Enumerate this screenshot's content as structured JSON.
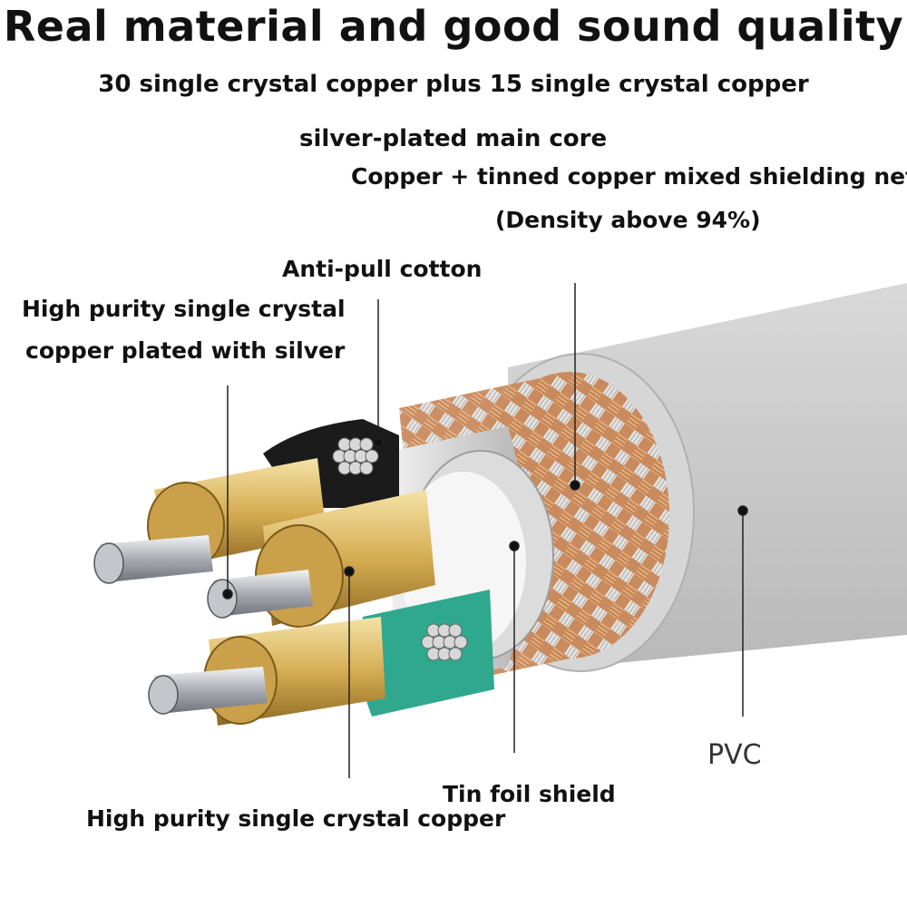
{
  "title": "Real material and good sound quality",
  "subtitle_line1": "30 single crystal copper plus 15 single crystal copper",
  "subtitle_line2": "silver-plated main core",
  "labels": {
    "shielding_net_line1": "Copper + tinned copper mixed shielding net",
    "shielding_net_line2": "(Density above 94%)",
    "anti_pull_cotton": "Anti-pull cotton",
    "silver_plated_line1": "High purity single crystal",
    "silver_plated_line2": "copper plated with silver",
    "tin_foil_shield": "Tin foil shield",
    "single_crystal_copper": "High purity single crystal copper",
    "pvc": "PVC"
  },
  "colors": {
    "pvc_jacket": "#c9c9c9",
    "copper_braid": "#c98a5e",
    "gold_wire": "#d9b65a",
    "silver_wire": "#b9bdc2",
    "black_insulation": "#1b1b1b",
    "green_insulation": "#2fa88e",
    "white_insulation": "#f2f2f2"
  }
}
